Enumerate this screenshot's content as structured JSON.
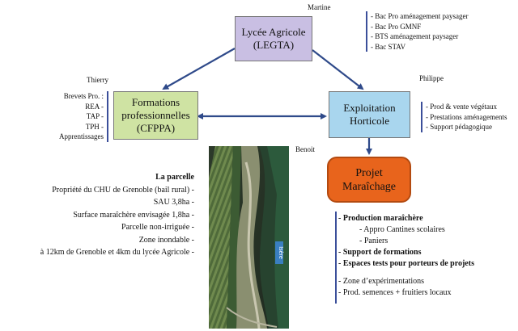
{
  "nodes": {
    "lycee": {
      "line1": "Lycée Agricole",
      "line2": "(LEGTA)",
      "person": "Martine"
    },
    "cfppa": {
      "line1": "Formations",
      "line2": "professionnelles",
      "line3": "(CFPPA)",
      "person": "Thierry"
    },
    "exploitation": {
      "line1": "Exploitation",
      "line2": "Horticole",
      "person": "Philippe"
    },
    "projet": {
      "line1": "Projet",
      "line2": "Maraîchage",
      "person": "Benoit"
    }
  },
  "lycee_list": [
    "- Bac Pro aménagement paysager",
    "- Bac Pro GMNF",
    "- BTS aménagement paysager",
    "- Bac STAV"
  ],
  "cfppa_list": [
    "Brevets Pro. :",
    "REA -",
    "TAP -",
    "TPH -",
    "Apprentissages"
  ],
  "exploit_list": [
    "- Prod & vente végétaux",
    "- Prestations aménagements",
    "- Support pédagogique"
  ],
  "parcelle": {
    "title": "La parcelle",
    "items": [
      "Propriété du CHU de Grenoble (bail rural) -",
      "SAU 3,8ha -",
      "Surface maraîchère envisagée 1,8ha -",
      "Parcelle non-irriguée -",
      "Zone inondable -",
      "à 12km de Grenoble et 4km du lycée Agricole -"
    ]
  },
  "photo_label": "Isère",
  "projet_details": {
    "production": "- Production maraîchère",
    "sub1": "- Appro Cantines scolaires",
    "sub2": "- Paniers",
    "support": "- Support de formations",
    "espaces": "- Espaces tests pour porteurs de projets",
    "zone": "- Zone d’expérimentations",
    "semences": "- Prod. semences + fruitiers locaux"
  },
  "colors": {
    "lycee": "#c9bfe3",
    "cfppa": "#cfe3a3",
    "exploitation": "#a9d6ee",
    "projet": "#e8641c",
    "arrow": "#2f4a8a"
  }
}
